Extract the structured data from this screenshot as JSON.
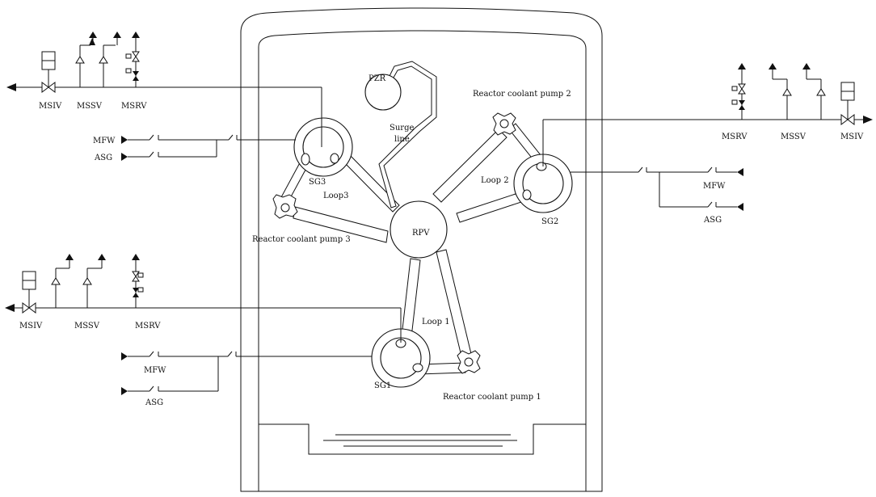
{
  "diagram": {
    "core": {
      "rpv": "RPV",
      "pzr": "PZR",
      "surge_line": [
        "Surge",
        "line"
      ]
    },
    "loops": {
      "loop1": "Loop 1",
      "loop2": "Loop 2",
      "loop3": "Loop3"
    },
    "steam_generators": {
      "sg1": "SG1",
      "sg2": "SG2",
      "sg3": "SG3"
    },
    "pumps": {
      "pump1": "Reactor coolant pump 1",
      "pump2": "Reactor coolant pump 2",
      "pump3": "Reactor coolant pump 3"
    },
    "valves": {
      "msiv": "MSIV",
      "mssv": "MSSV",
      "msrv": "MSRV"
    },
    "feed": {
      "mfw": "MFW",
      "asg": "ASG"
    }
  }
}
